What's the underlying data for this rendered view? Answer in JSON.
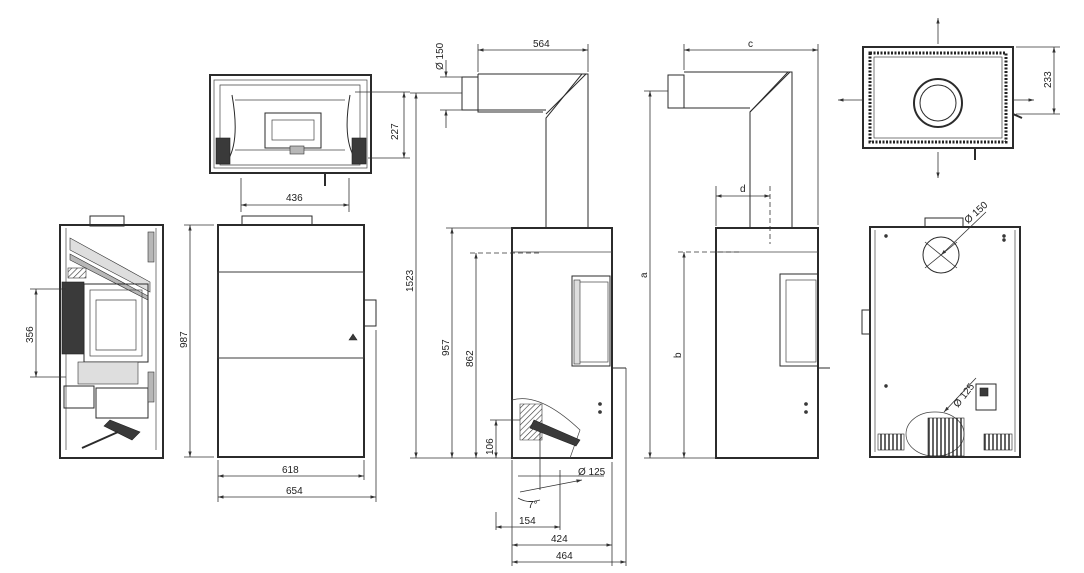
{
  "dimensions": {
    "top_view_width": "436",
    "top_view_depth": "227",
    "side_height": "987",
    "side_opening": "356",
    "front_width_inner": "618",
    "front_width_outer": "654",
    "flue_diameter_top": "Ø 150",
    "flue_offset": "564",
    "total_height": "1523",
    "outlet_height": "957",
    "connector_height": "862",
    "air_inlet_height": "106",
    "air_inlet_diameter": "Ø 125",
    "angle": "7°",
    "depth_154": "154",
    "depth_424": "424",
    "depth_464": "464",
    "param_c": "c",
    "param_a": "a",
    "param_b": "b",
    "param_d": "d",
    "plan_depth": "233",
    "rear_flue_diameter": "Ø 150",
    "rear_air_diameter": "Ø 125"
  }
}
